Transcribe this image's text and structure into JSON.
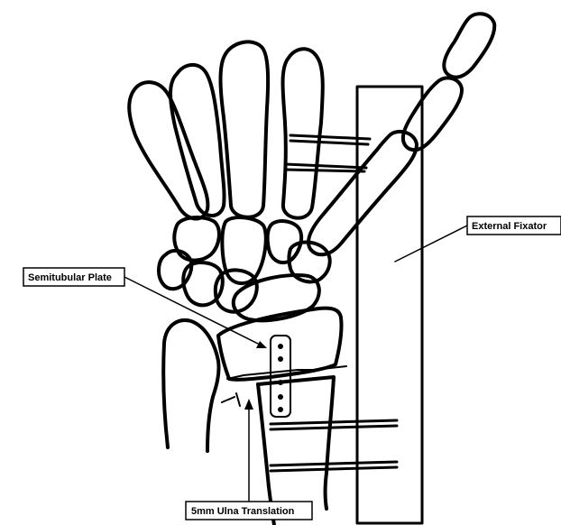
{
  "labels": {
    "external_fixator": "External Fixator",
    "semitubular_plate": "Semitubular Plate",
    "ulna_translation": "5mm Ulna Translation"
  }
}
